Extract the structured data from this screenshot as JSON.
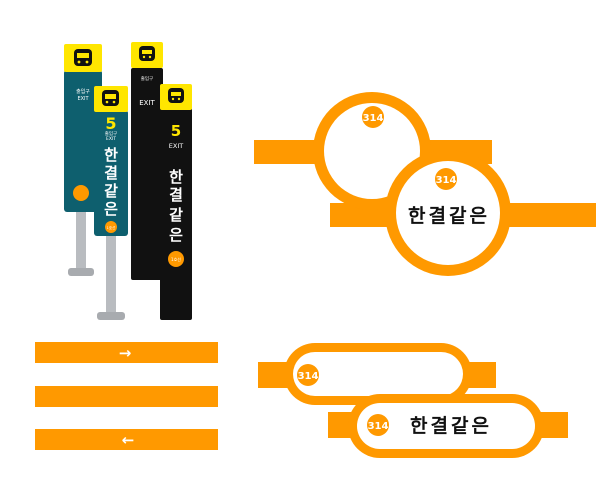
{
  "colors": {
    "orange": "#FF9900",
    "teal": "#0E5F6E",
    "black": "#111111",
    "yellow": "#FFE600",
    "pole": "#B9BCC0",
    "white": "#FFFFFF"
  },
  "signs": {
    "exit_small": "출입구",
    "exit_en": "EXIT",
    "exit_number": "5",
    "station_name_chars": [
      "한",
      "결",
      "같",
      "은"
    ],
    "line_badge": "1호선",
    "metro_icon": "metro-train-icon"
  },
  "route": {
    "number": "314",
    "name": "한결같은"
  },
  "bars": {
    "arrow_right": "→",
    "arrow_left": "←"
  }
}
